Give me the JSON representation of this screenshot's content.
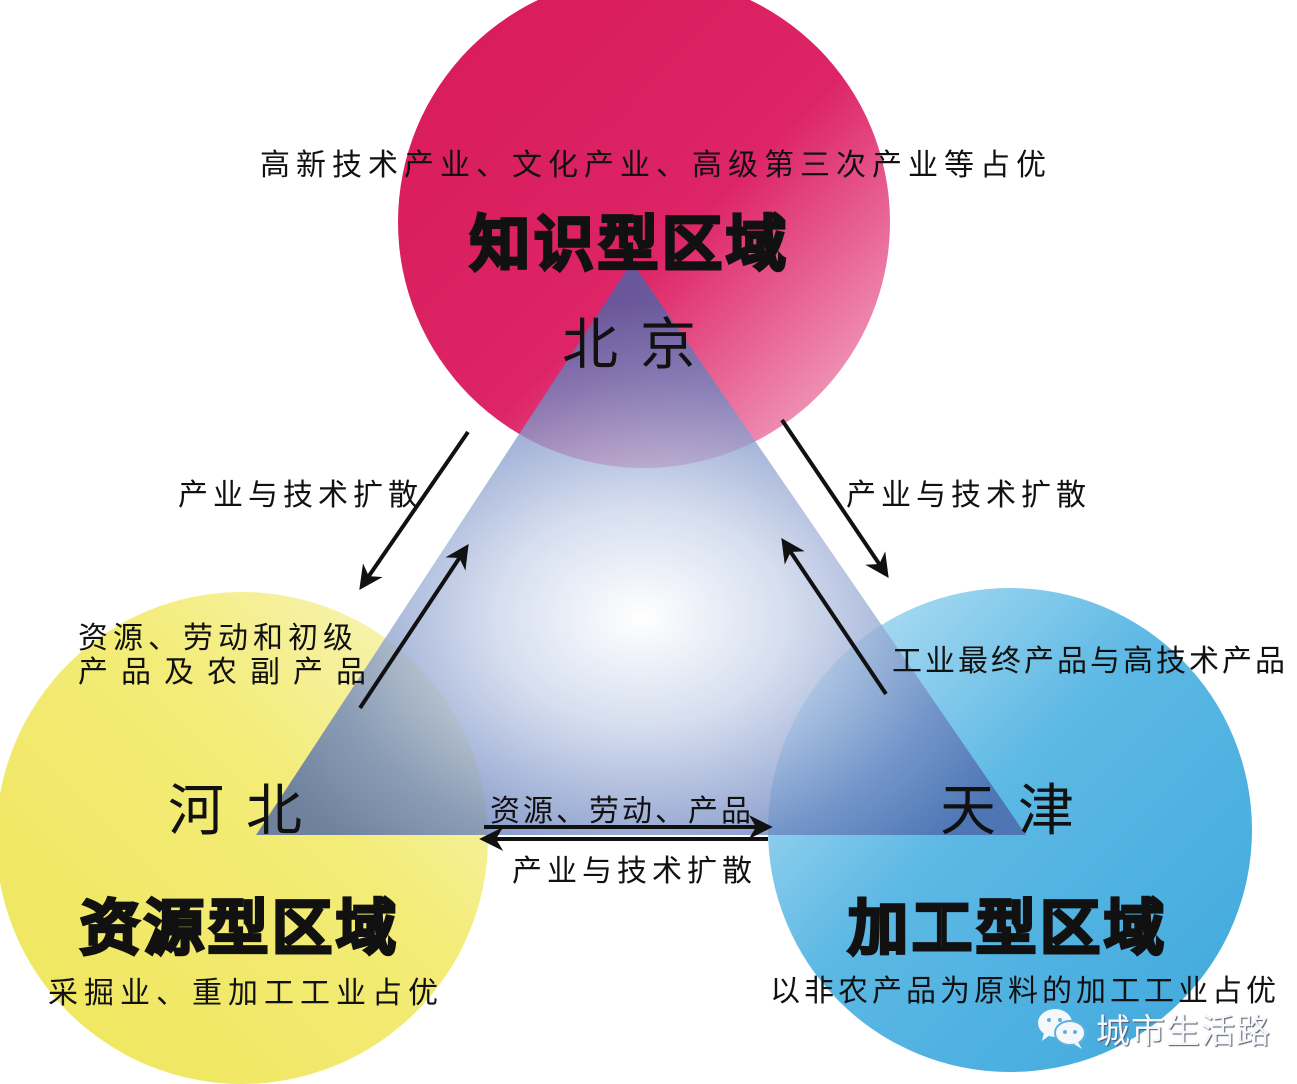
{
  "diagram": {
    "type": "triangle-venn",
    "colors": {
      "knowledge_circle": "#d81e5a",
      "resource_circle": "#f2ea6a",
      "processing_circle": "#4fb0e0",
      "triangle_edge": "#4a64a8",
      "triangle_center": "#ffffff",
      "arrow": "#111111"
    },
    "nodes": {
      "beijing": {
        "city": "北京",
        "region_type": "知识型区域",
        "description": "高新技术产业、文化产业、高级第三次产业等占优"
      },
      "hebei": {
        "city": "河北",
        "region_type": "资源型区域",
        "description": "采掘业、重加工工业占优"
      },
      "tianjin": {
        "city": "天津",
        "region_type": "加工型区域",
        "description": "以非农产品为原料的加工工业占优"
      }
    },
    "flows": {
      "beijing_to_hebei": "产业与技术扩散",
      "hebei_to_beijing_line1": "资源、劳动和初级",
      "hebei_to_beijing_line2": "产品及农副产品",
      "beijing_to_tianjin": "产业与技术扩散",
      "tianjin_to_beijing": "工业最终产品与高技术产品",
      "hebei_to_tianjin": "资源、劳动、产品",
      "tianjin_to_hebei": "产业与技术扩散"
    },
    "watermark": {
      "icon": "wechat-icon",
      "text": "城市生活路"
    }
  }
}
